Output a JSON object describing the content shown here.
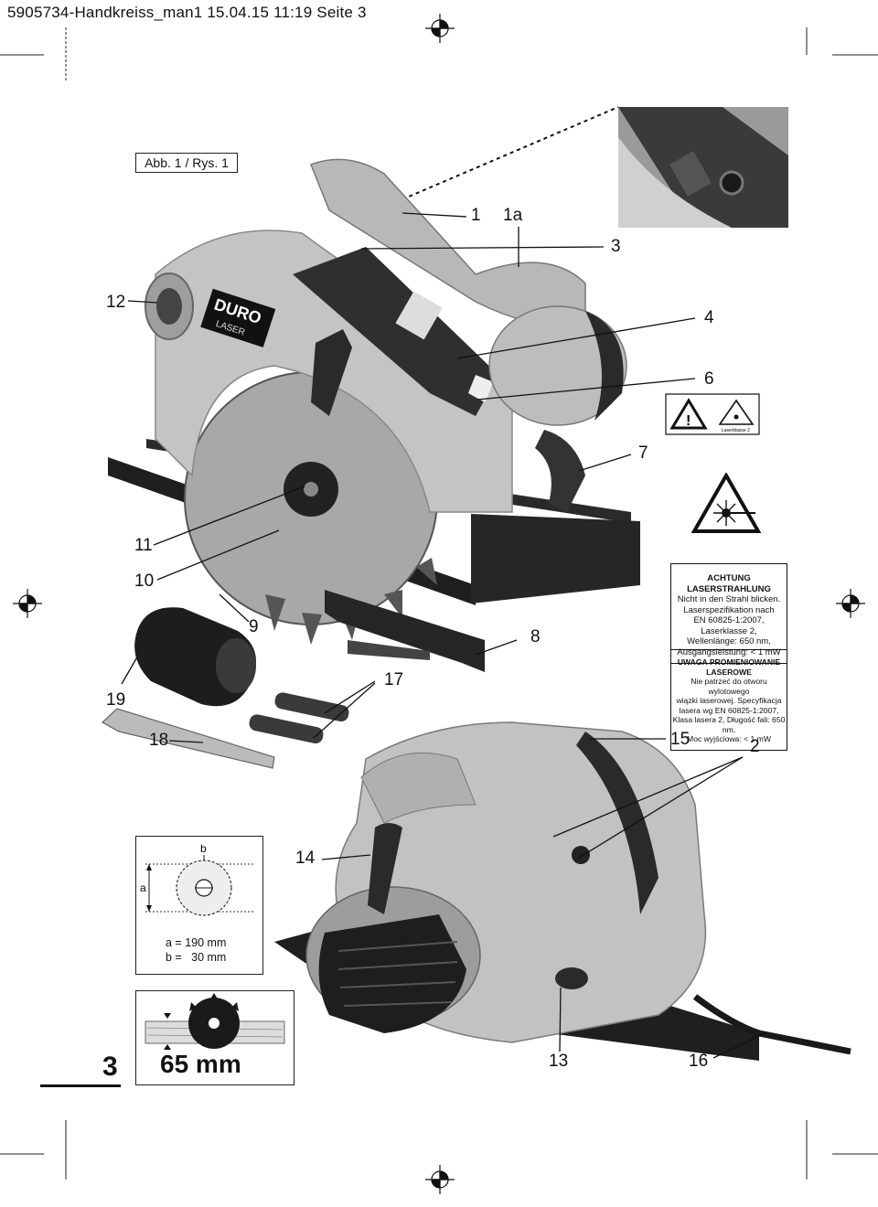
{
  "header": {
    "text": "5905734-Handkreiss_man1  15.04.15  11:19  Seite 3"
  },
  "figure_label": "Abb. 1 / Rys. 1",
  "callouts": [
    {
      "id": "c1",
      "label": "1"
    },
    {
      "id": "c1a",
      "label": "1a"
    },
    {
      "id": "c3",
      "label": "3"
    },
    {
      "id": "c4",
      "label": "4"
    },
    {
      "id": "c6",
      "label": "6"
    },
    {
      "id": "c7",
      "label": "7"
    },
    {
      "id": "c12",
      "label": "12"
    },
    {
      "id": "c11",
      "label": "11"
    },
    {
      "id": "c10",
      "label": "10"
    },
    {
      "id": "c9",
      "label": "9"
    },
    {
      "id": "c8",
      "label": "8"
    },
    {
      "id": "c17",
      "label": "17"
    },
    {
      "id": "c19",
      "label": "19"
    },
    {
      "id": "c18",
      "label": "18"
    },
    {
      "id": "c15",
      "label": "15"
    },
    {
      "id": "c2",
      "label": "2"
    },
    {
      "id": "c14",
      "label": "14"
    },
    {
      "id": "c13",
      "label": "13"
    },
    {
      "id": "c16",
      "label": "16"
    }
  ],
  "logo": {
    "brand": "DURO",
    "sub": "LASER"
  },
  "laser_small_label": "Laserklasse 2",
  "warning_de": {
    "title": "ACHTUNG LASERSTRAHLUNG",
    "lines": [
      "Nicht in den Strahl blicken.",
      "Laserspezifikation nach",
      "EN 60825-1:2007,",
      "Laserklasse 2,",
      "Wellenlänge: 650 nm,",
      "Ausgangsleistung: < 1 mW"
    ]
  },
  "warning_pl": {
    "title": "UWAGA PROMIENIOWANIE LASEROWE",
    "lines": [
      "Nie patrzeć do otworu wylotowego",
      "wiązki laserowej. Specyfikacja",
      "lasera wg EN 60825-1:2007,",
      "Klasa lasera 2, Długość fali: 650 nm,",
      "Moc wyjściowa: < 1 mW"
    ]
  },
  "blade_spec": {
    "dim_a": "a",
    "dim_b": "b",
    "line1": "a = 190 mm",
    "line2": "b =   30 mm"
  },
  "cut_depth": {
    "value": "65 mm"
  },
  "page_number": "3",
  "colors": {
    "accent": "#111111",
    "photo_gray": "#bdbdbd",
    "dark_part": "#2f2f2f"
  }
}
